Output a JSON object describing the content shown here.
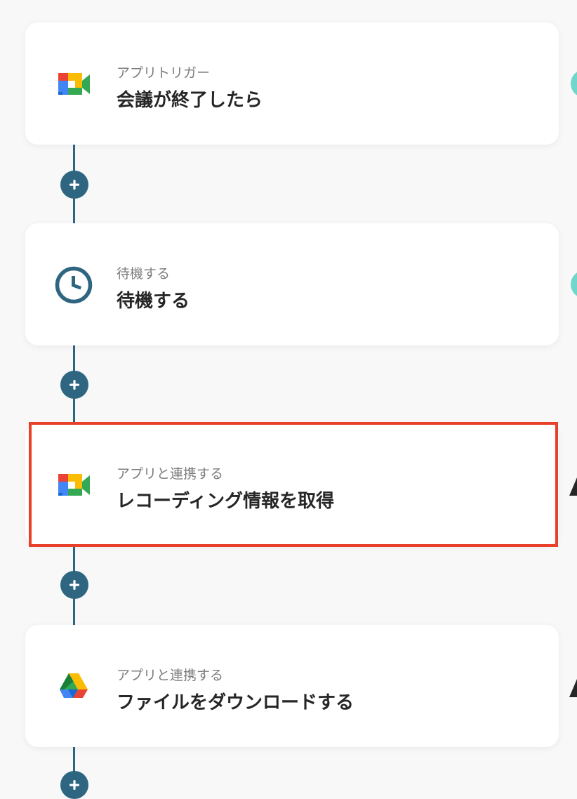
{
  "flow": {
    "steps": [
      {
        "subtitle": "アプリトリガー",
        "title": "会議が終了したら",
        "icon": "google-meet-icon"
      },
      {
        "subtitle": "待機する",
        "title": "待機する",
        "icon": "clock-icon"
      },
      {
        "subtitle": "アプリと連携する",
        "title": "レコーディング情報を取得",
        "icon": "google-meet-icon"
      },
      {
        "subtitle": "アプリと連携する",
        "title": "ファイルをダウンロードする",
        "icon": "google-drive-icon"
      }
    ],
    "add_step_icon": "plus-icon",
    "highlight_color": "#e8402a",
    "accent_color": "#2e6580",
    "status_color": "#6fd6cc"
  }
}
